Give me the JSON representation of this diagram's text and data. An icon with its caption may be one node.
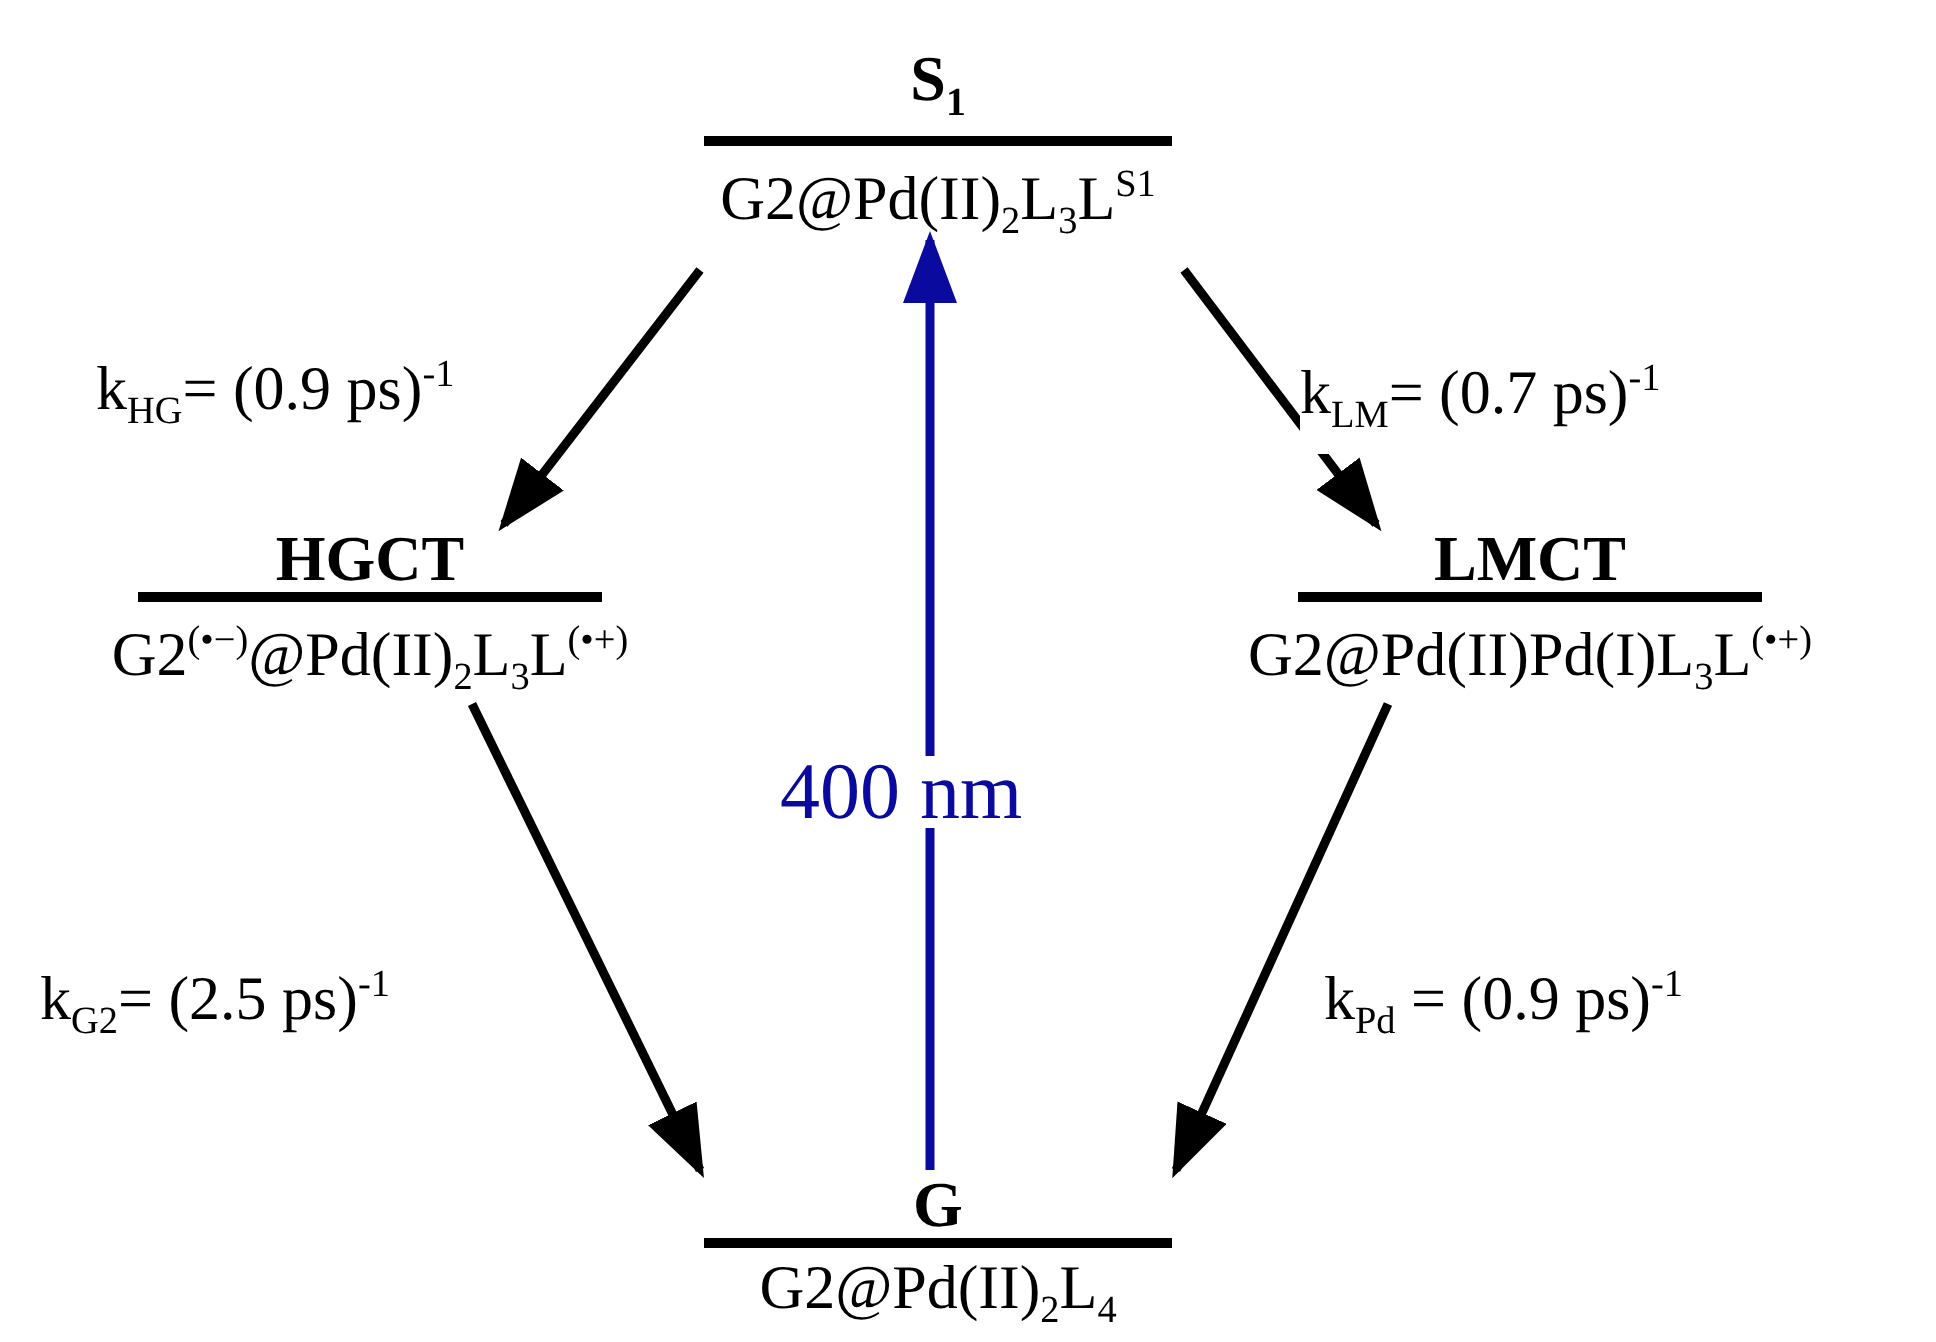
{
  "diagram": {
    "nodes": [
      {
        "text": [
          "S$_{1}$",
          "G2@Pd(II)$_{2}$L$_{3}$L$^{S1}$"
        ]
      },
      {
        "text": [
          "HGCT",
          "G2$^{(•−)}$@Pd(II)$_{2}$L$_{3}$L$^{(•+)}$"
        ]
      },
      {
        "text": [
          "LMCT",
          "G2@Pd(II)Pd(I)L$_{3}$L$^{(•+)}$"
        ]
      },
      {
        "text": [
          "G",
          "G2@Pd(II)$_{2}$L$_{4}$"
        ]
      }
    ],
    "edges": [
      {
        "from": 0,
        "to": 1,
        "arrow": "to",
        "label": "k$_{HG}$= (0.9 ps)$^{-1}$"
      },
      {
        "from": 0,
        "to": 2,
        "arrow": "to",
        "label": "k$_{LM}$= (0.7 ps)$^{-1}$"
      },
      {
        "from": 1,
        "to": 3,
        "arrow": "to",
        "label": "k$_{G2}$= (2.5 ps)$^{-1}$"
      },
      {
        "from": 2,
        "to": 3,
        "arrow": "to",
        "label": "k$_{Pd}$ = (0.9 ps)$^{-1}$"
      },
      {
        "from": 3,
        "to": 0,
        "arrow": "to",
        "label": "400 nm",
        "color": "#0a0a9e"
      }
    ]
  }
}
